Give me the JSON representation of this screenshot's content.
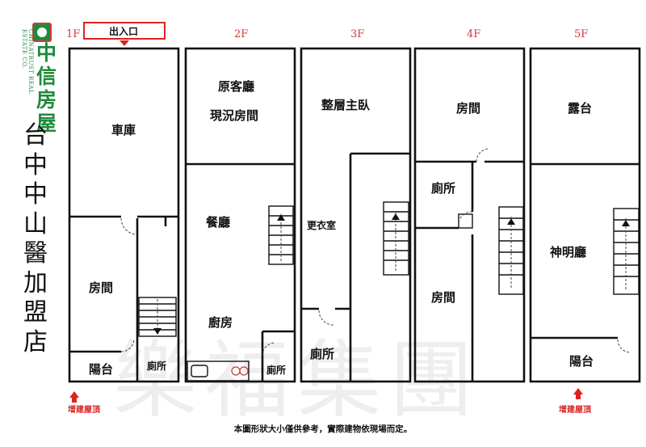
{
  "logo": {
    "name": "中信房屋",
    "name_line1": "中信",
    "name_line2": "房屋",
    "english": "CHINATRUST REAL ESTATE CO."
  },
  "side_title": [
    "台",
    "中",
    "中",
    "山",
    "醫",
    "加",
    "盟",
    "店"
  ],
  "watermark": "樂福集團",
  "entrance": "出入口",
  "floors": {
    "f1": {
      "label": "1F",
      "rooms": {
        "garage": "車庫",
        "room": "房間",
        "balcony": "陽台",
        "toilet": "廁所"
      }
    },
    "f2": {
      "label": "2F",
      "rooms": {
        "orig_living": "原客廳",
        "current_room": "現況房間",
        "dining": "餐廳",
        "kitchen": "廚房",
        "toilet": "廁所"
      }
    },
    "f3": {
      "label": "3F",
      "rooms": {
        "master": "整層主臥",
        "closet": "更衣室",
        "toilet": "廁所"
      }
    },
    "f4": {
      "label": "4F",
      "rooms": {
        "room_top": "房間",
        "toilet": "廁所",
        "room_bottom": "房間"
      }
    },
    "f5": {
      "label": "5F",
      "rooms": {
        "terrace": "露台",
        "shrine": "神明廳",
        "balcony": "陽台"
      }
    }
  },
  "addon_roof_left": "增建屋頂",
  "addon_roof_right": "增建屋頂",
  "note": "本圖形狀大小僅供參考，實際建物依現場而定。",
  "colors": {
    "accent_red": "#d23a3a",
    "brand_green": "#1f8a3c"
  }
}
